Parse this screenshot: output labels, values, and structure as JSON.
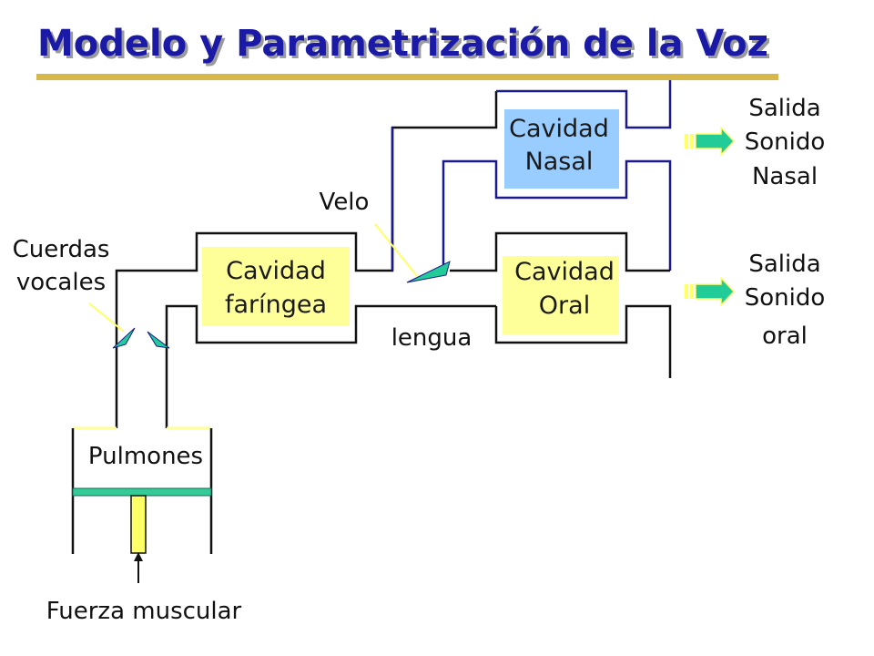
{
  "title": "Modelo y Parametrización de la Voz",
  "colors": {
    "title": "#1a1aa6",
    "underline": "#d9b84a",
    "cavity_yellow": "#ffff99",
    "cavity_blue": "#99ccff",
    "arrow_green": "#22cc99",
    "valve_green": "#22cc99",
    "lung_yellow": "#ffff99"
  },
  "labels": {
    "cuerdas": [
      "Cuerdas",
      "vocales"
    ],
    "velo": "Velo",
    "lengua": "lengua",
    "pulmones": "Pulmones",
    "fuerza": "Fuerza muscular",
    "salida_nasal": [
      "Salida",
      "Sonido",
      "Nasal"
    ],
    "salida_oral": [
      "Salida",
      "Sonido",
      "oral"
    ]
  },
  "cavities": {
    "faringea": [
      "Cavidad",
      "faríngea"
    ],
    "nasal": [
      "Cavidad",
      "Nasal"
    ],
    "oral": [
      "Cavidad",
      "Oral"
    ]
  },
  "icons": [
    "output-arrow-icon",
    "valve-icon",
    "push-arrow-icon"
  ]
}
